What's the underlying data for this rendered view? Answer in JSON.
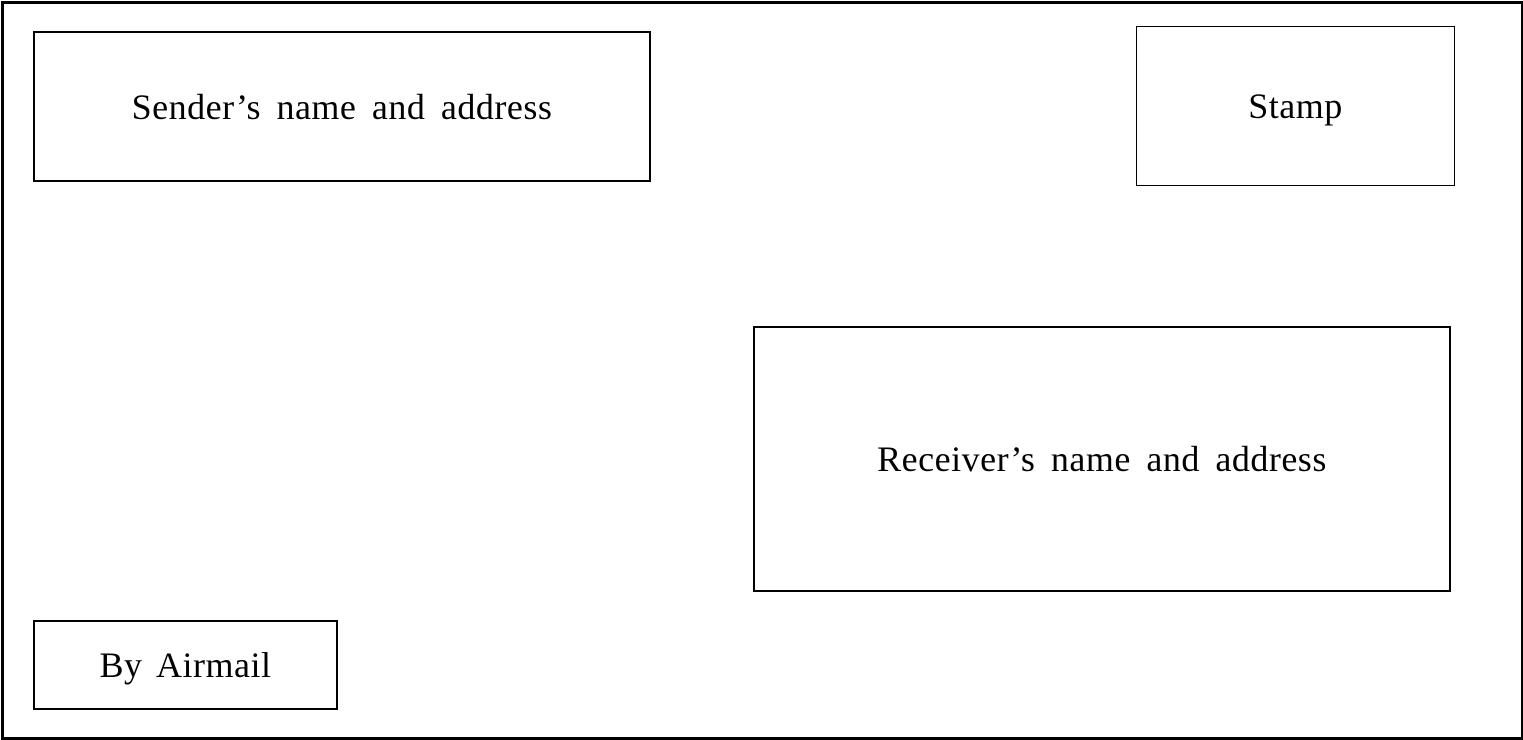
{
  "envelope": {
    "sender_label": "Sender’s name and address",
    "stamp_label": "Stamp",
    "receiver_label": "Receiver’s name and address",
    "airmail_label": "By Airmail"
  }
}
